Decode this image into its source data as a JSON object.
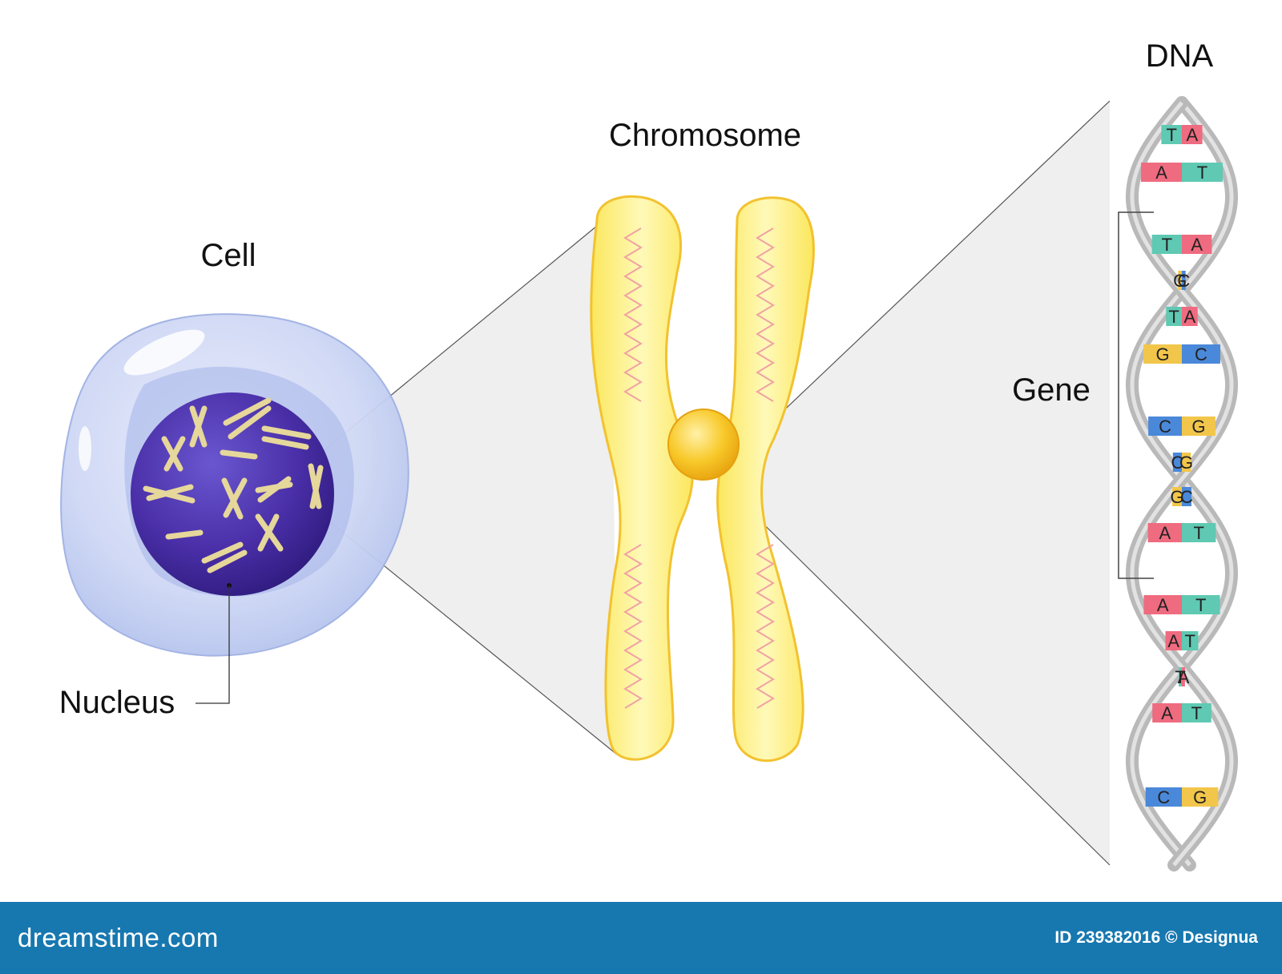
{
  "labels": {
    "cell": "Cell",
    "nucleus": "Nucleus",
    "chromosome": "Chromosome",
    "dna": "DNA",
    "gene": "Gene"
  },
  "base_pairs": [
    {
      "left": "T",
      "right": "A",
      "left_color": "#5fc9b3",
      "right_color": "#ef6b7f"
    },
    {
      "left": "A",
      "right": "T",
      "left_color": "#ef6b7f",
      "right_color": "#5fc9b3"
    },
    {
      "left": "T",
      "right": "A",
      "left_color": "#5fc9b3",
      "right_color": "#ef6b7f"
    },
    {
      "left": "G",
      "right": "C",
      "left_color": "#f2c64a",
      "right_color": "#4a88d9"
    },
    {
      "left": "T",
      "right": "A",
      "left_color": "#5fc9b3",
      "right_color": "#ef6b7f"
    },
    {
      "left": "G",
      "right": "C",
      "left_color": "#f2c64a",
      "right_color": "#4a88d9"
    },
    {
      "left": "C",
      "right": "G",
      "left_color": "#4a88d9",
      "right_color": "#f2c64a"
    },
    {
      "left": "C",
      "right": "G",
      "left_color": "#4a88d9",
      "right_color": "#f2c64a"
    },
    {
      "left": "G",
      "right": "C",
      "left_color": "#f2c64a",
      "right_color": "#4a88d9"
    },
    {
      "left": "A",
      "right": "T",
      "left_color": "#ef6b7f",
      "right_color": "#5fc9b3"
    },
    {
      "left": "A",
      "right": "T",
      "left_color": "#ef6b7f",
      "right_color": "#5fc9b3"
    },
    {
      "left": "A",
      "right": "T",
      "left_color": "#ef6b7f",
      "right_color": "#5fc9b3"
    },
    {
      "left": "T",
      "right": "A",
      "left_color": "#5fc9b3",
      "right_color": "#ef6b7f"
    },
    {
      "left": "A",
      "right": "T",
      "left_color": "#ef6b7f",
      "right_color": "#5fc9b3"
    },
    {
      "left": "C",
      "right": "G",
      "left_color": "#4a88d9",
      "right_color": "#f2c64a"
    }
  ],
  "footer": {
    "brand": "dreamstime.com",
    "credit": "ID 239382016 © Designua"
  },
  "colors": {
    "cytoplasm": "#cfd8f5",
    "nucleus": "#4a2fa8",
    "chromosome_fill": "#fff27a",
    "chromosome_edge": "#f2c230",
    "centromere": "#f6b81a",
    "zoom_cone": "#efefef",
    "dna_strand": "#b9b9b9",
    "footer": "#1778b0"
  }
}
